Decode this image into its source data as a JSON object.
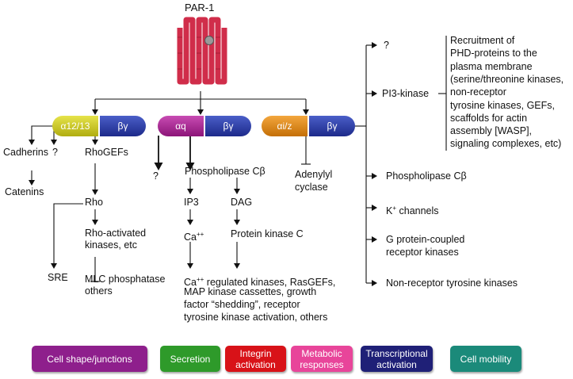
{
  "receptor": {
    "label": "PAR-1"
  },
  "gproteins": {
    "g12": {
      "alpha": "α12/13",
      "beta": "βγ"
    },
    "gq": {
      "alpha": "αq",
      "beta": "βγ"
    },
    "gi": {
      "alpha": "αi/z",
      "beta": "βγ"
    }
  },
  "left": {
    "cadherins": "Cadherins",
    "q1": "?",
    "catenins": "Catenins",
    "rhogefs": "RhoGEFs",
    "rho": "Rho",
    "rho_kin_1": "Rho-activated",
    "rho_kin_2": "kinases, etc",
    "sre": "SRE",
    "mlc_1": "MLC phosphatase",
    "mlc_2": "others"
  },
  "middle": {
    "q2": "?",
    "plc": "Phospholipase Cβ",
    "ip3": "IP3",
    "dag": "DAG",
    "ca": "Ca",
    "ca_sup": "++",
    "pkc": "Protein kinase C",
    "out_ca": "Ca",
    "out_sup": "++",
    "out_1": " regulated kinases, RasGEFs,",
    "out_2": "MAP kinase cassettes, growth",
    "out_3": "factor “shedding”, receptor",
    "out_4": "tyrosine kinase activation, others"
  },
  "gi_branch": {
    "adenylyl_1": "Adenylyl",
    "adenylyl_2": "cyclase"
  },
  "right": {
    "q3": "?",
    "pi3k": "PI3-kinase",
    "phd": [
      "Recruitment of",
      "PHD-proteins to the",
      "plasma membrane",
      "(serine/threonine kinases,",
      "non-receptor",
      "tyrosine kinases, GEFs,",
      "scaffolds for actin",
      "assembly [WASP],",
      "signaling complexes, etc)"
    ],
    "plc": "Phospholipase Cβ",
    "k": "K",
    "k_sup": "+",
    "k_rest": " channels",
    "gprk_1": "G protein-coupled",
    "gprk_2": "receptor kinases",
    "nrtk": "Non-receptor tyrosine kinases"
  },
  "legend": [
    {
      "label": "Cell shape/junctions",
      "color": "#8e1f8c"
    },
    {
      "label": "Secretion",
      "color": "#2e9a2a"
    },
    {
      "label": "Integrin activation",
      "color": "#d81218"
    },
    {
      "label": "Metabolic responses",
      "color": "#e8459a"
    },
    {
      "label": "Transcriptional activation",
      "color": "#1f2077"
    },
    {
      "label": "Cell mobility",
      "color": "#1b8a7a"
    }
  ],
  "colors": {
    "receptor": "#d02d4a",
    "g12": "#c8c41c",
    "gq": "#a2228f",
    "gi": "#e0870f",
    "beta": "#2a3a9e"
  }
}
